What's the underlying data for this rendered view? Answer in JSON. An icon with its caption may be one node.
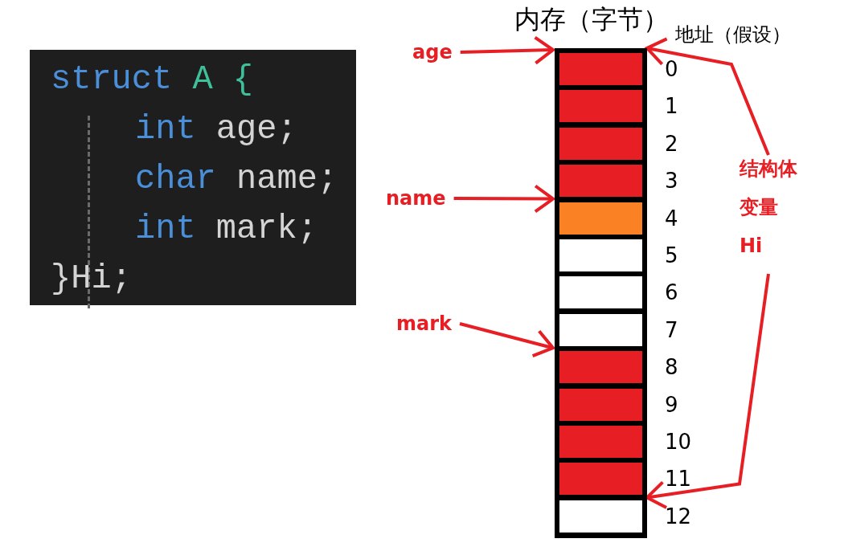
{
  "diagram": {
    "nodes": [
      {
        "text": [
          "struct A {",
          "int age;",
          "char name;",
          "int mark;",
          "}Hi;"
        ]
      },
      {
        "text": [
          "内存（字节）"
        ]
      },
      {
        "text": [],
        "shape": "box",
        "in": 1,
        "beside": [
          "0"
        ]
      },
      {
        "text": [],
        "shape": "box",
        "in": 1,
        "beside": [
          "1"
        ]
      },
      {
        "text": [],
        "shape": "box",
        "in": 1,
        "beside": [
          "2"
        ]
      },
      {
        "text": [],
        "shape": "box",
        "in": 1,
        "beside": [
          "3"
        ]
      },
      {
        "text": [],
        "shape": "box",
        "in": 1,
        "beside": [
          "4"
        ]
      },
      {
        "text": [],
        "shape": "box",
        "in": 1,
        "beside": [
          "5"
        ]
      },
      {
        "text": [],
        "shape": "box",
        "in": 1,
        "beside": [
          "6"
        ]
      },
      {
        "text": [],
        "shape": "box",
        "in": 1,
        "beside": [
          "7"
        ]
      },
      {
        "text": [],
        "shape": "box",
        "in": 1,
        "beside": [
          "8"
        ]
      },
      {
        "text": [],
        "shape": "box",
        "in": 1,
        "beside": [
          "9"
        ]
      },
      {
        "text": [],
        "shape": "box",
        "in": 1,
        "beside": [
          "10"
        ]
      },
      {
        "text": [],
        "shape": "box",
        "in": 1,
        "beside": [
          "11"
        ]
      },
      {
        "text": [],
        "shape": "box",
        "in": 1,
        "beside": [
          "12"
        ]
      },
      {
        "text": [
          "age"
        ]
      },
      {
        "text": [
          "name"
        ]
      },
      {
        "text": [
          "mark"
        ]
      },
      {
        "text": [
          "结构体",
          "变量",
          "Hi"
        ]
      }
    ],
    "edges": [
      {
        "from": 15,
        "to": 2,
        "arrow": "to"
      },
      {
        "from": 16,
        "to": 6,
        "arrow": "to"
      },
      {
        "from": 17,
        "to": 10,
        "arrow": "to"
      },
      {
        "from": 18,
        "to": 2,
        "arrow": "to"
      },
      {
        "from": 18,
        "to": 13,
        "arrow": "to"
      }
    ],
    "labels": [
      "地址（假设）"
    ]
  }
}
